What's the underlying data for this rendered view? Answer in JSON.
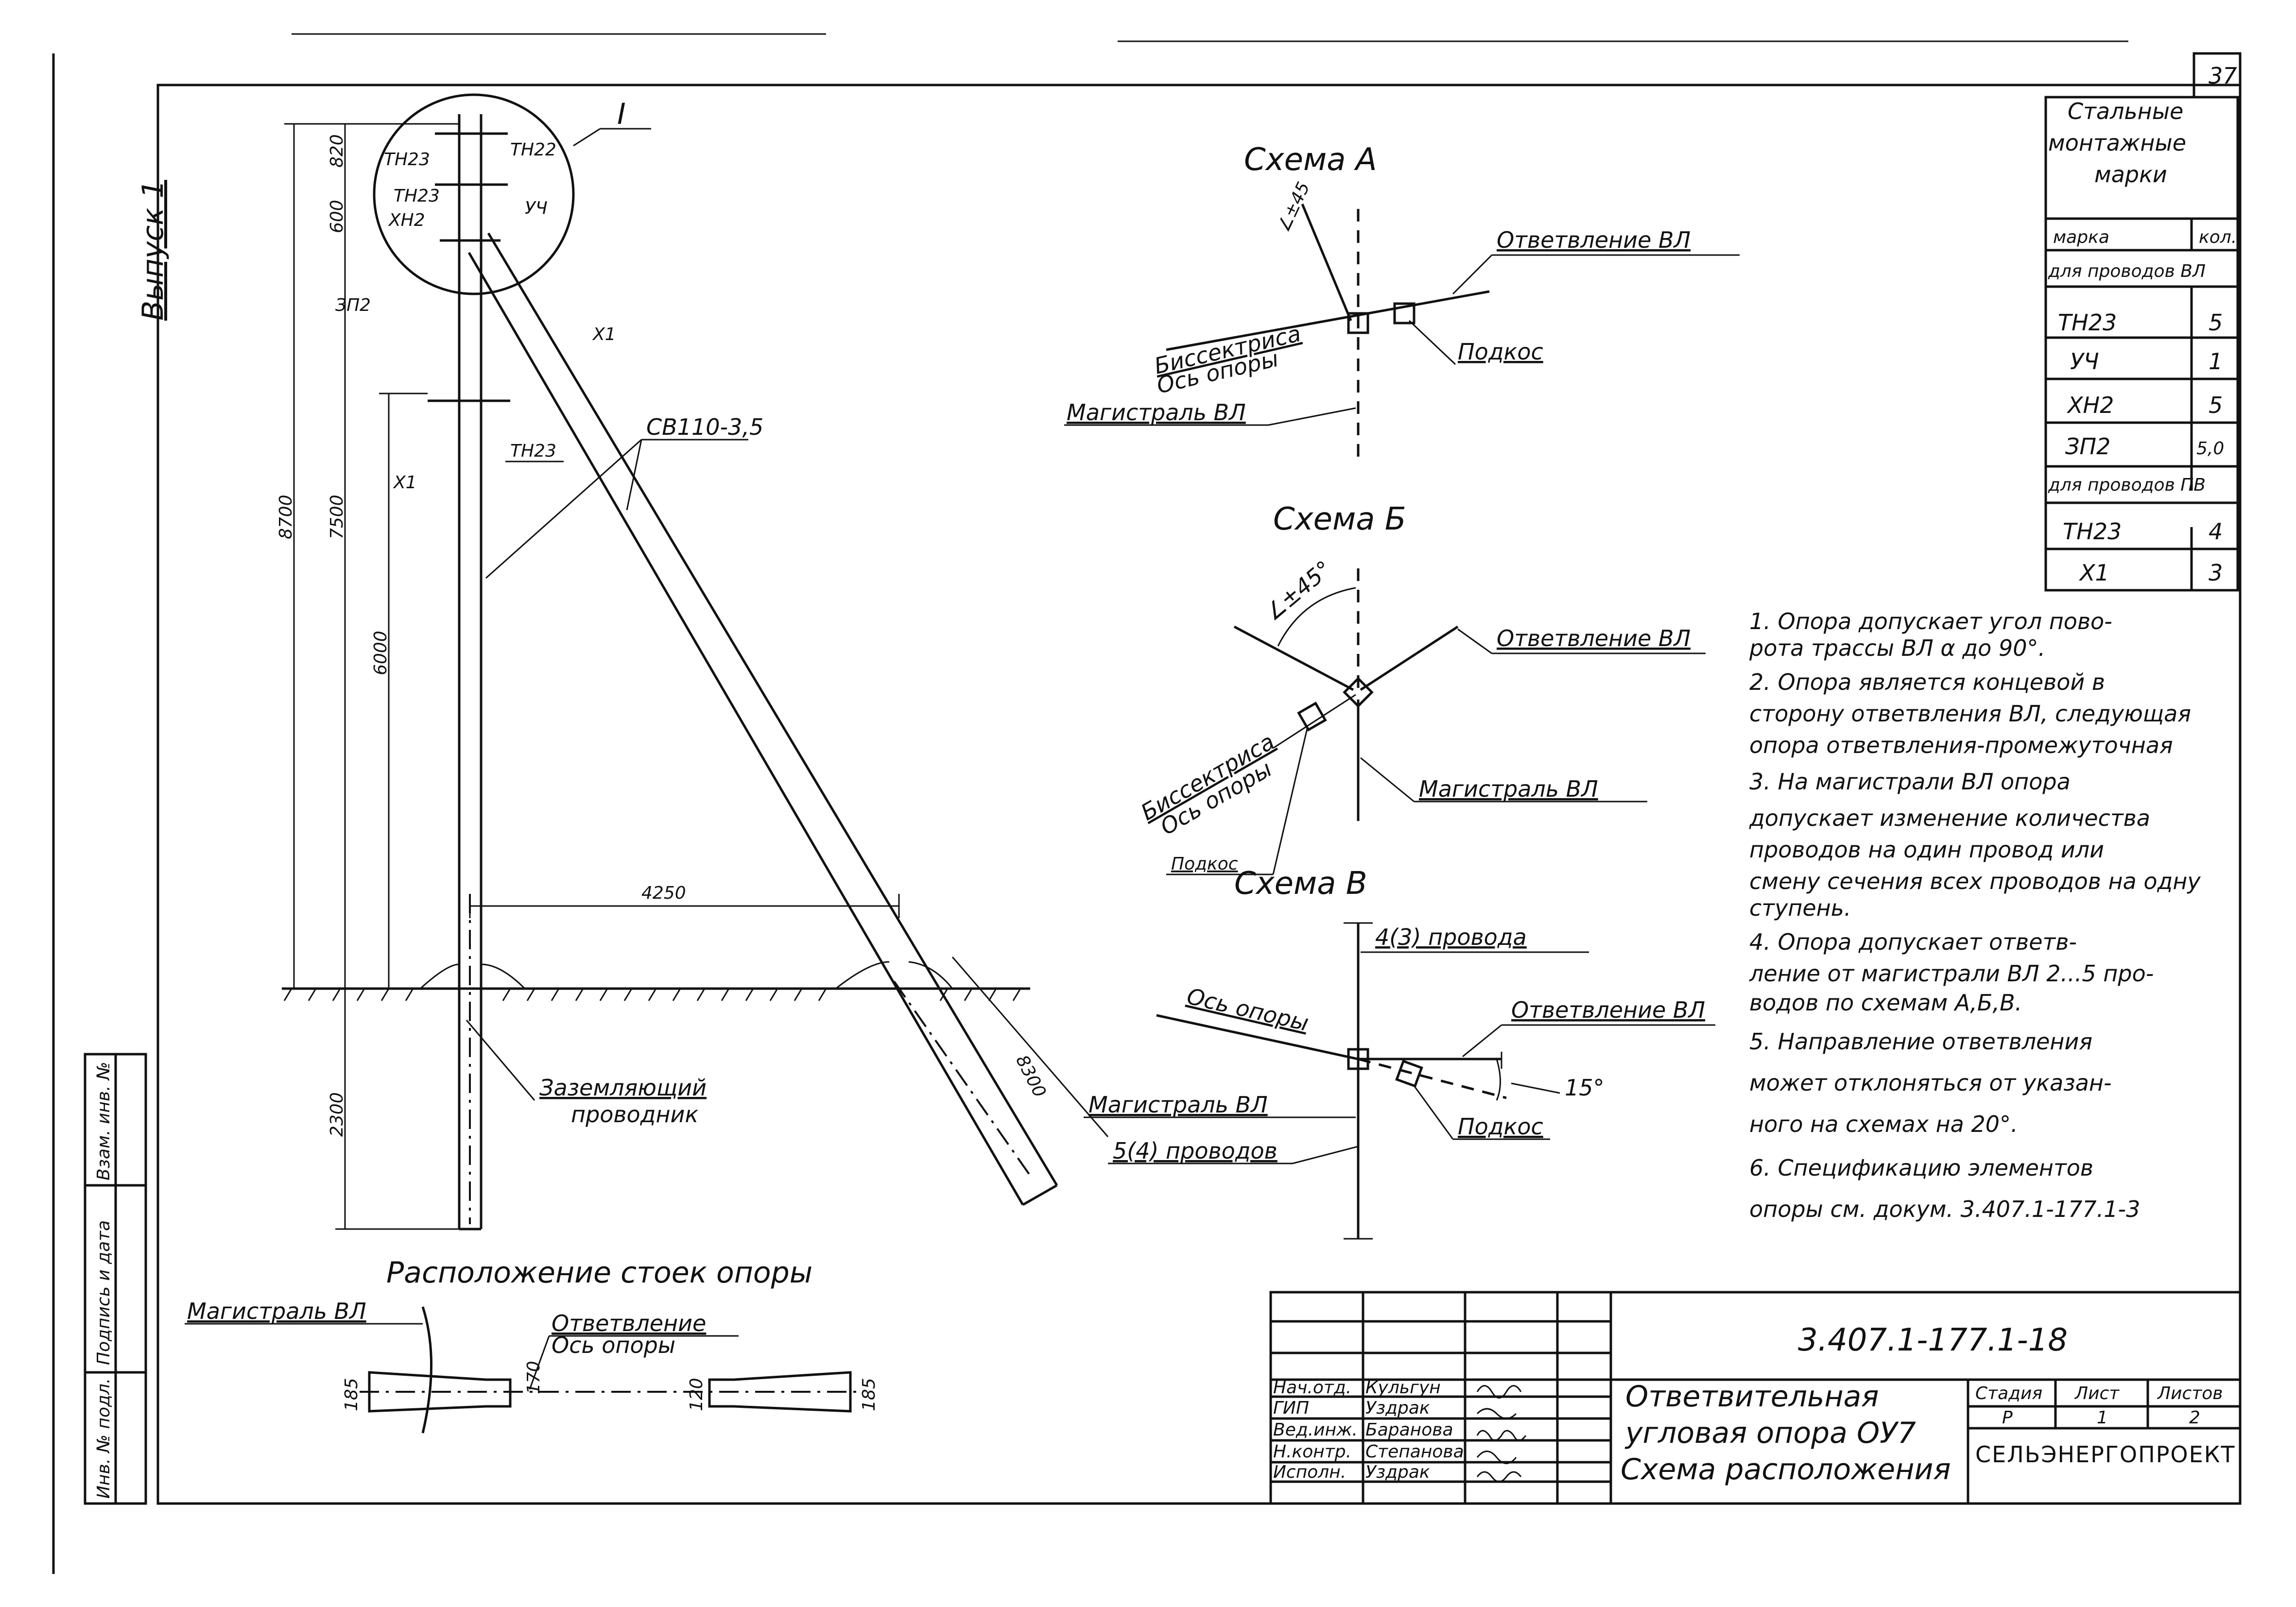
{
  "sheet": {
    "page_number": "37",
    "side_label": "Выпуск 1",
    "side_block": [
      "Инв. № подл.",
      "Подпись и дата",
      "Взам. инв. №"
    ]
  },
  "main_drawing": {
    "callout": "I",
    "marks": [
      "ТН23",
      "ТН22",
      "ТН23",
      "ХН2",
      "УЧ",
      "ЗП2",
      "Х1",
      "Х1",
      "ТН23"
    ],
    "brace_label": "СВ110-3,5",
    "dims": {
      "d820": "820",
      "d600": "600",
      "d8700": "8700",
      "d7500": "7500",
      "d6000": "6000",
      "d2300": "2300",
      "d4250": "4250",
      "d8300": "8300"
    },
    "ground_conductor": [
      "Заземляющий",
      "проводник"
    ]
  },
  "plan_view": {
    "title": "Расположение стоек опоры",
    "main_line": "Магистраль ВЛ",
    "branch": "Ответвление",
    "axis": "Ось опоры",
    "dims": [
      "185",
      "170",
      "120",
      "185"
    ]
  },
  "scheme_a": {
    "title": "Схема А",
    "angle": "∠±45",
    "branch": "Ответвление ВЛ",
    "bisector": "Биссектриса",
    "axis": "Ось опоры",
    "brace": "Подкос",
    "main_line": "Магистраль ВЛ"
  },
  "scheme_b": {
    "title": "Схема Б",
    "angle": "∠±45°",
    "branch": "Ответвление ВЛ",
    "bisector": "Биссектриса",
    "axis": "Ось опоры",
    "main_line": "Магистраль ВЛ",
    "brace": "Подкос"
  },
  "scheme_v": {
    "title": "Схема В",
    "wires_top": "4(3) провода",
    "axis": "Ось опоры",
    "branch": "Ответвление ВЛ",
    "angle": "15°",
    "main_line": "Магистраль ВЛ",
    "wires_bottom": "5(4) проводов",
    "brace": "Подкос"
  },
  "marks_table": {
    "title": [
      "Стальные",
      "монтажные",
      "марки"
    ],
    "col_mark": "марка",
    "col_qty": "кол.",
    "section1": "для проводов ВЛ",
    "rows1": [
      {
        "mark": "ТН23",
        "qty": "5"
      },
      {
        "mark": "УЧ",
        "qty": "1"
      },
      {
        "mark": "ХН2",
        "qty": "5"
      },
      {
        "mark": "ЗП2",
        "qty": "5,0"
      }
    ],
    "section2": "для проводов ПВ",
    "rows2": [
      {
        "mark": "ТН23",
        "qty": "4"
      },
      {
        "mark": "Х1",
        "qty": "3"
      }
    ]
  },
  "notes": [
    [
      "1. Опора допускает угол пово-",
      "рота трассы ВЛ α до 90°."
    ],
    [
      "2. Опора является концевой в",
      "сторону ответвления ВЛ, следующая",
      "опора ответвления-промежуточная"
    ],
    [
      "3. На магистрали ВЛ опора",
      "допускает изменение количества",
      "проводов на один провод или",
      "смену сечения всех проводов на одну",
      "ступень."
    ],
    [
      "4. Опора допускает ответв-",
      "ление от магистрали ВЛ 2...5 про-",
      "водов по схемам А,Б,В."
    ],
    [
      "5. Направление ответвления",
      "может отклоняться от указан-",
      "ного на схемах на 20°."
    ],
    [
      "6. Спецификацию элементов",
      "опоры см. докум. 3.407.1-177.1-3"
    ]
  ],
  "title_block": {
    "doc_code": "3.407.1-177.1-18",
    "title_lines": [
      "Ответвительная",
      "угловая опора ОУ7",
      "Схема расположения"
    ],
    "stage_label": "Стадия",
    "sheet_label": "Лист",
    "sheets_label": "Листов",
    "stage": "Р",
    "sheet": "1",
    "sheets": "2",
    "org": "СЕЛЬЭНЕРГОПРОЕКТ",
    "signers": [
      {
        "role": "Нач.отд.",
        "name": "Кульгун"
      },
      {
        "role": "ГИП",
        "name": "Уздрак"
      },
      {
        "role": "Вед.инж.",
        "name": "Баранова"
      },
      {
        "role": "Н.контр.",
        "name": "Степанова"
      },
      {
        "role": "Исполн.",
        "name": "Уздрак"
      }
    ]
  }
}
